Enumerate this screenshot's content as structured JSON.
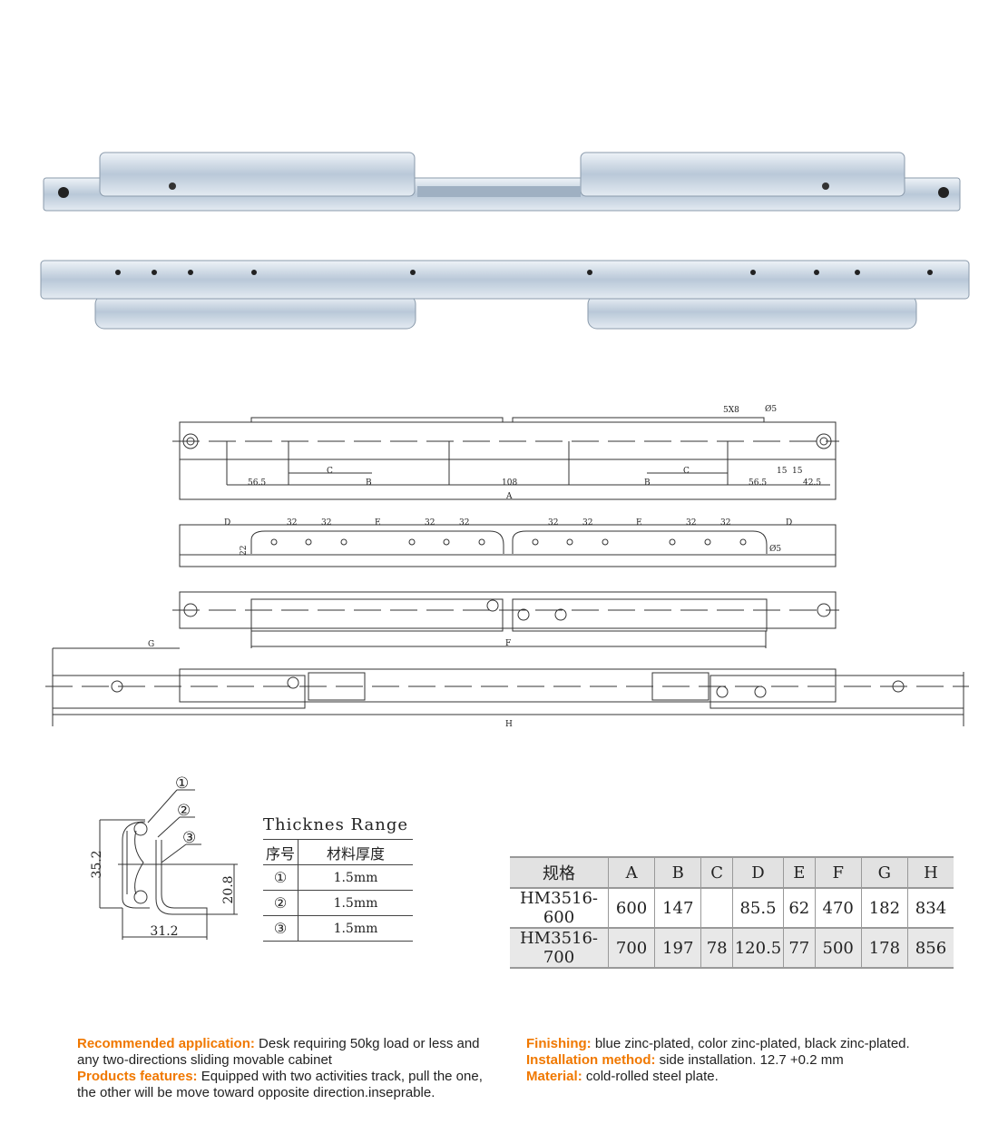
{
  "drawings": {
    "top_view": [
      "5X8",
      "Ø5",
      "C",
      "C",
      "56.5",
      "B",
      "108",
      "B",
      "56.5",
      "15",
      "15",
      "42.5",
      "A"
    ],
    "side_view": [
      "D",
      "32",
      "32",
      "E",
      "32",
      "32",
      "32",
      "32",
      "E",
      "32",
      "32",
      "D",
      "22",
      "Ø5"
    ],
    "closed_view": [
      "F"
    ],
    "extended_view": [
      "G",
      "H"
    ],
    "cross_section": {
      "height": "35.2",
      "inner_height": "20.8",
      "width": "31.2",
      "markers": [
        "①",
        "②",
        "③"
      ]
    }
  },
  "thickness": {
    "title": "Thicknes Range",
    "headers": [
      "序号",
      "材料厚度"
    ],
    "rows": [
      [
        "①",
        "1.5mm"
      ],
      [
        "②",
        "1.5mm"
      ],
      [
        "③",
        "1.5mm"
      ]
    ]
  },
  "spec_table": {
    "headers": [
      "规格",
      "A",
      "B",
      "C",
      "D",
      "E",
      "F",
      "G",
      "H"
    ],
    "rows": [
      [
        "HM3516-600",
        "600",
        "147",
        "",
        "85.5",
        "62",
        "470",
        "182",
        "834"
      ],
      [
        "HM3516-700",
        "700",
        "197",
        "78",
        "120.5",
        "77",
        "500",
        "178",
        "856"
      ]
    ]
  },
  "description": {
    "recommended_label": "Recommended application:",
    "recommended_text": " Desk requiring 50kg load or less and any two-directions sliding movable cabinet",
    "features_label": "Products features:",
    "features_text": " Equipped with two activities track, pull the one, the other will be move toward opposite direction.inseprable.",
    "finishing_label": "Finishing:",
    "finishing_text": " blue zinc-plated, color zinc-plated, black zinc-plated.",
    "installation_label": "Installation method:",
    "installation_text": " side installation. 12.7 +0.2 mm",
    "material_label": "Material:",
    "material_text": " cold-rolled steel plate."
  },
  "colors": {
    "accent": "#f07800",
    "steel": "#c9d6e3"
  }
}
